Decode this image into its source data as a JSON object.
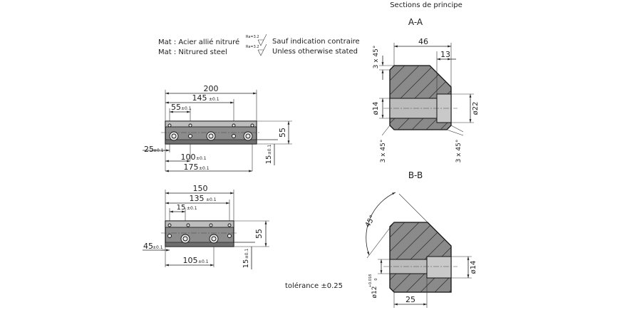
{
  "header": {
    "sections_title": "Sections de principe",
    "section_a_label": "A-A",
    "section_b_label": "B-B"
  },
  "material": {
    "line1": "Mat : Acier allié nitruré",
    "line2": "Mat : Nitrured steel"
  },
  "roughness": {
    "symbol_text": "Ra=3.2",
    "line1": "Sauf indication contraire",
    "line2": "Unless otherwise stated"
  },
  "top_view_1": {
    "dim_overall": "200",
    "dim_mid": "145",
    "dim_mid_tol": "±0.1",
    "dim_pitch": "55",
    "dim_pitch_tol": "±0.1",
    "dim_height": "55",
    "dim_left": "25",
    "dim_left_tol": "±0.1",
    "dim_100": "100",
    "dim_100_tol": "±0.1",
    "dim_175": "175",
    "dim_175_tol": "±0.1",
    "dim_15": "15",
    "dim_15_tol": "±0.1"
  },
  "top_view_2": {
    "dim_overall": "150",
    "dim_135": "135",
    "dim_135_tol": "±0.1",
    "dim_15": "15",
    "dim_15_tol": "±0.1",
    "dim_height": "55",
    "dim_45": "45",
    "dim_45_tol": "±0.1",
    "dim_105": "105",
    "dim_105_tol": "±0.1",
    "dim_15v": "15",
    "dim_15v_tol": "±0.1"
  },
  "section_a": {
    "dim_width": "46",
    "dim_13": "13",
    "chamfer_top": "3 x 45°",
    "dia_14": "ø14",
    "dia_22": "ø22",
    "chamfer_bl": "3 x 45°",
    "chamfer_br": "3 x 45°"
  },
  "section_b": {
    "angle": "45°",
    "dia_14": "ø14",
    "dia_12": "ø12",
    "dia_12_tol": "+0.018",
    "dia_12_tol2": "0",
    "dim_25": "25"
  },
  "tolerance": "tolérance ±0.25"
}
